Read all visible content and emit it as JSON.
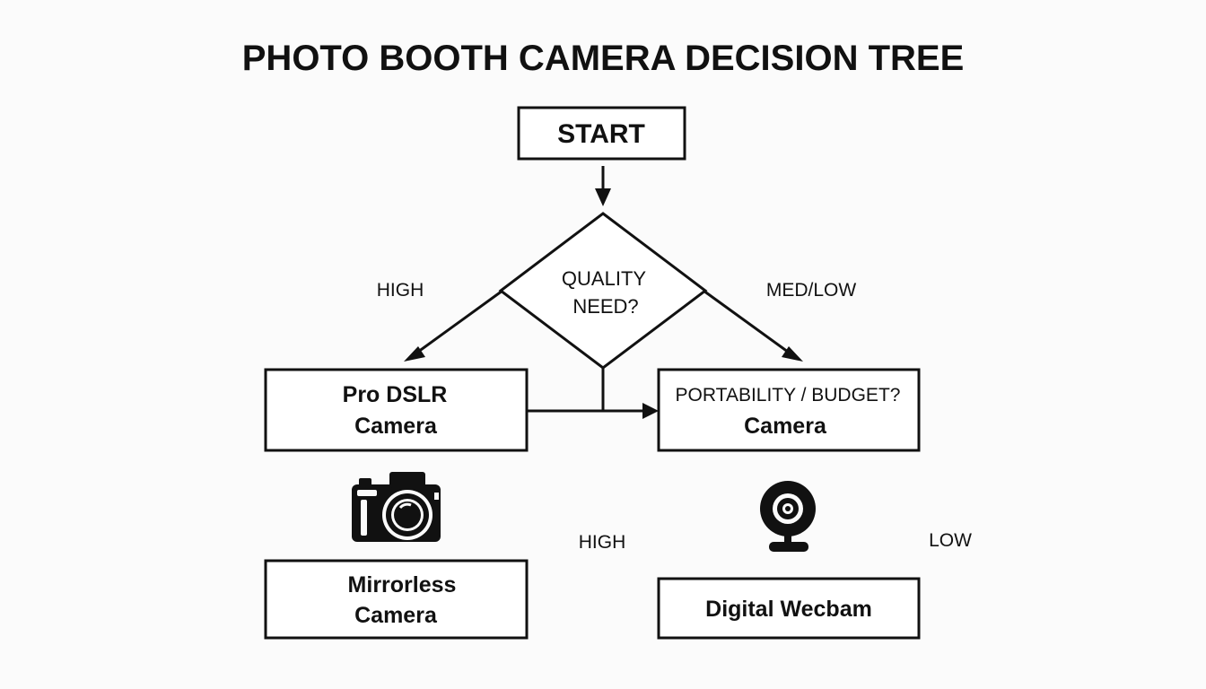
{
  "title": "PHOTO BOOTH CAMERA DECISION TREE",
  "nodes": {
    "start": "START",
    "decision_line1": "QUALITY",
    "decision_line2": "NEED?",
    "pro_dslr_line1": "Pro DSLR",
    "pro_dslr_line2": "Camera",
    "portability_line1": "PORTABILITY / BUDGET?",
    "portability_line2": "Camera",
    "mirrorless_line1": "Mirrorless",
    "mirrorless_line2": "Camera",
    "webcam": "Digital Wecbam"
  },
  "edge_labels": {
    "high_left": "HIGH",
    "med_low": "MED/LOW",
    "high_middle": "HIGH",
    "low_right": "LOW"
  },
  "icons": {
    "left": "camera-icon",
    "right": "webcam-icon"
  },
  "colors": {
    "ink": "#111111",
    "background": "#fbfbfb"
  }
}
